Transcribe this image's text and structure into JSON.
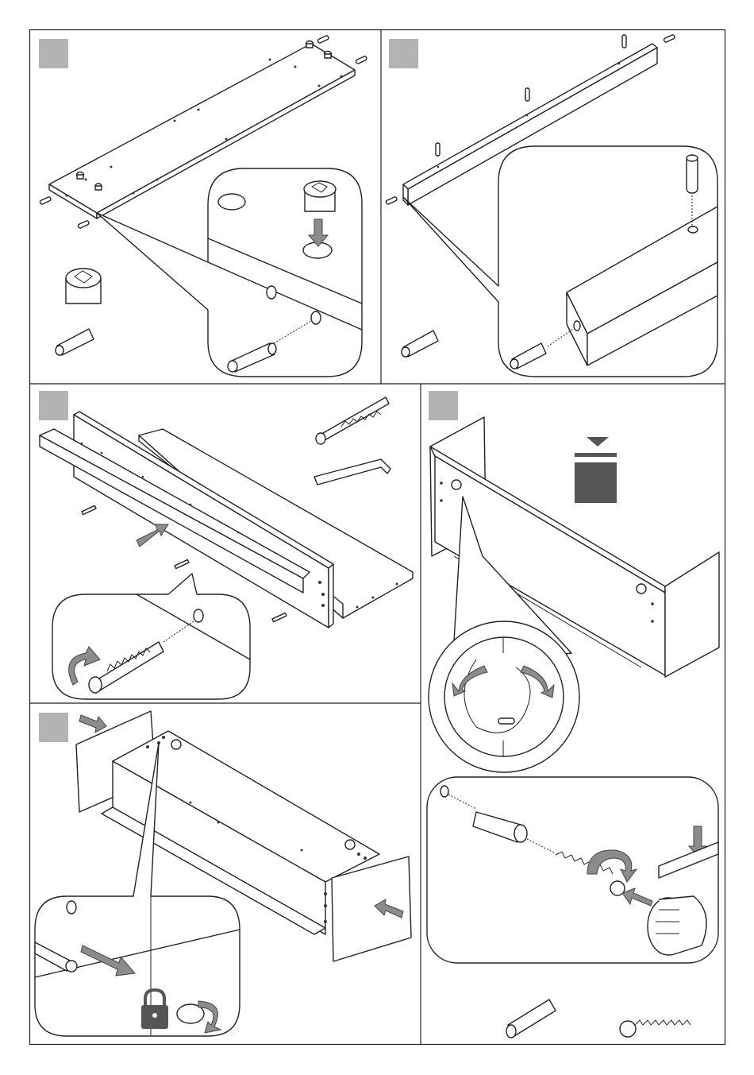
{
  "document": {
    "type": "assembly-instructions",
    "page_background": "#ffffff",
    "frame_color": "#222222",
    "step_marker_color": "#b3b3b3",
    "arrow_color": "#8c8c8c",
    "weight_block_color": "#555555"
  },
  "steps": [
    {
      "id": "step-1",
      "marker_text": "",
      "parts": [
        "cam-lock",
        "wooden-dowel"
      ],
      "detail": "insert-cam-lock-and-dowel"
    },
    {
      "id": "step-2",
      "marker_text": "",
      "parts": [
        "wooden-dowel"
      ],
      "detail": "insert-dowels-into-rail-ends"
    },
    {
      "id": "step-3",
      "marker_text": "",
      "parts": [
        "cam-bolt",
        "allen-key"
      ],
      "detail": "screw-cam-bolts-into-panel"
    },
    {
      "id": "step-4",
      "marker_text": "",
      "parts": [
        "cam-lock"
      ],
      "detail": "align-cam-locks-open-position"
    },
    {
      "id": "step-5",
      "marker_text": "",
      "parts": [
        "cam-lock"
      ],
      "detail": "join-panels-and-lock-cams"
    },
    {
      "id": "step-6",
      "marker_text": "",
      "parts": [
        "wall-plug",
        "screw"
      ],
      "detail": "wall-anchor-fixing"
    }
  ]
}
